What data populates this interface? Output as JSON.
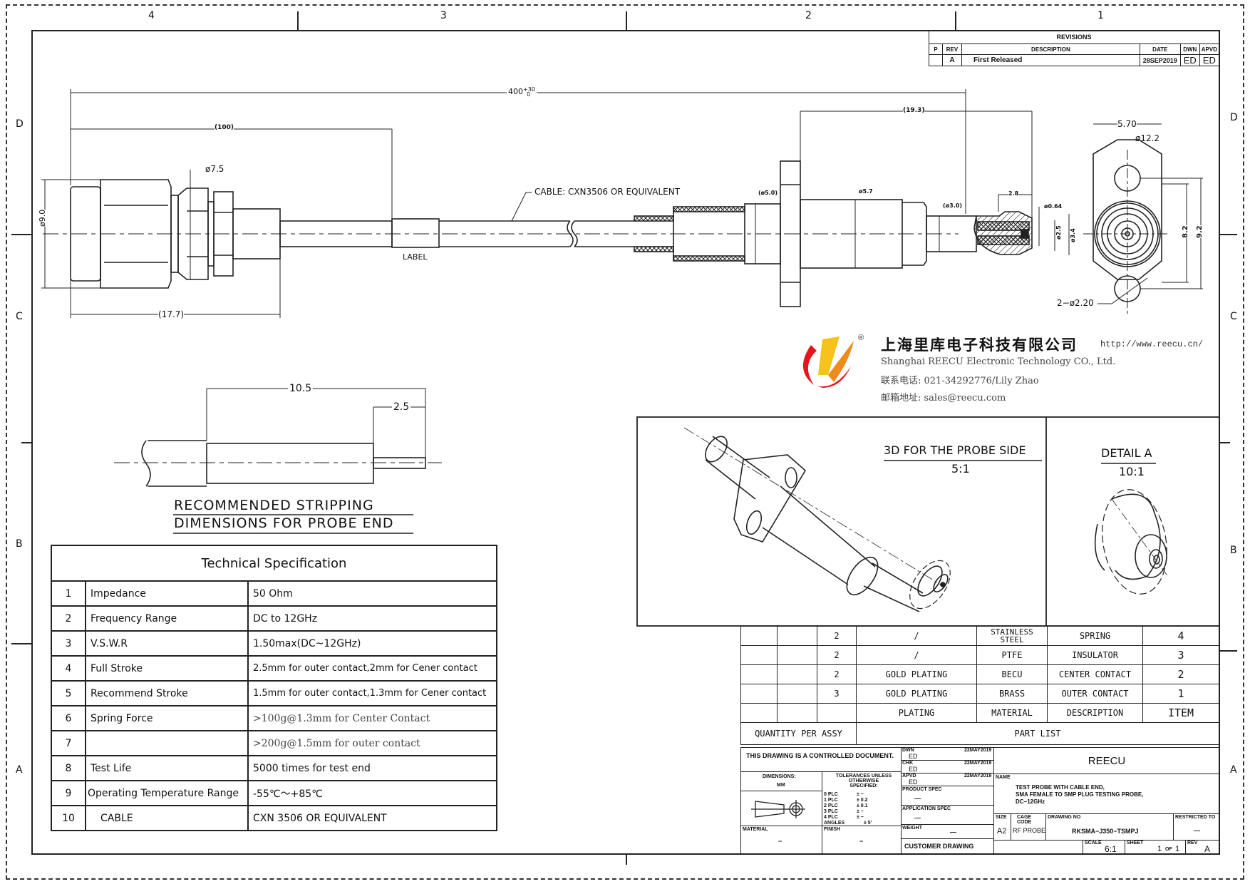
{
  "frame": {
    "zones_top": [
      "4",
      "3",
      "2",
      "1"
    ],
    "zones_side": [
      "D",
      "C",
      "B",
      "A"
    ]
  },
  "revisions": {
    "title": "REVISIONS",
    "headers": [
      "P",
      "REV",
      "DESCRIPTION",
      "DATE",
      "DWN",
      "APVD"
    ],
    "rows": [
      {
        "p": "",
        "rev": "A",
        "description": "First Released",
        "date": "28SEP2019",
        "dwn": "ED",
        "apvd": "ED"
      }
    ]
  },
  "main_view": {
    "overall_length": "400",
    "overall_tol_plus": "+30",
    "overall_tol_minus": "0",
    "dim_100": "(100)",
    "dim_17_7": "(17.7)",
    "dia_9_0": "ø9.0",
    "dia_7_5": "ø7.5",
    "label_text": "LABEL",
    "cable_callout": "CABLE:  CXN3506  OR  EQUIVALENT",
    "dim_19_3": "(19.3)",
    "dia_5_0": "(ø5.0)",
    "dia_5_7": "ø5.7",
    "dia_3_0": "(ø3.0)",
    "dim_2_8": "2.8",
    "dia_0_64": "ø0.64",
    "dia_2_5": "ø2.5",
    "dia_3_4": "ø3.4"
  },
  "end_view": {
    "width": "5.70",
    "dia_12_2": "ø12.2",
    "dim_8_2": "8.2",
    "dim_9_2": "9.2",
    "holes": "2−ø2.20"
  },
  "company": {
    "name_cn": "上海里库电子科技有限公司",
    "url": "http://www.reecu.cn/",
    "name_en": "Shanghai REECU Electronic Technology CO., Ltd.",
    "phone": "联系电话: 021-34292776/Lily Zhao",
    "email": "邮箱地址: sales@reecu.com",
    "registered": "®",
    "brand_colors": {
      "red": "#e3161b",
      "yellow": "#f7c21a",
      "orange": "#f08a1d"
    }
  },
  "stripping": {
    "dim_10_5": "10.5",
    "dim_2_5": "2.5",
    "title_line1": "RECOMMENDED  STRIPPING",
    "title_line2": "DIMENSIONS  FOR  PROBE  END"
  },
  "views_3d": {
    "probe_title": "3D  FOR  THE  PROBE  SIDE",
    "probe_scale": "5:1",
    "detail_title": "DETAIL  A",
    "detail_scale": "10:1"
  },
  "tech_spec": {
    "title": "Technical Specification",
    "rows": [
      {
        "n": "1",
        "key": "Impedance",
        "value": "50 Ohm"
      },
      {
        "n": "2",
        "key": "Frequency Range",
        "value": "DC to 12GHz"
      },
      {
        "n": "3",
        "key": "V.S.W.R",
        "value": "1.50max(DC~12GHz)"
      },
      {
        "n": "4",
        "key": "Full Stroke",
        "value": "2.5mm for outer contact,2mm for Cener contact"
      },
      {
        "n": "5",
        "key": "Recommend Stroke",
        "value": "1.5mm for outer contact,1.3mm for Cener contact"
      },
      {
        "n": "6",
        "key": "Spring Force",
        "value": ">100g@1.3mm for Center Contact"
      },
      {
        "n": "7",
        "key": "",
        "value": ">200g@1.5mm for outer contact"
      },
      {
        "n": "8",
        "key": "Test Life",
        "value": "5000 times for test end"
      },
      {
        "n": "9",
        "key": "Operating Temperature Range",
        "value": "-55℃～+85℃"
      },
      {
        "n": "10",
        "key": "CABLE",
        "value": "CXN 3506 OR EQUIVALENT"
      }
    ]
  },
  "part_list": {
    "rows": [
      {
        "qty": "2",
        "plating": "/",
        "material": "STAINLESS STEEL",
        "description": "SPRING",
        "item": "4"
      },
      {
        "qty": "2",
        "plating": "/",
        "material": "PTFE",
        "description": "INSULATOR",
        "item": "3"
      },
      {
        "qty": "2",
        "plating": "GOLD PLATING",
        "material": "BECU",
        "description": "CENTER CONTACT",
        "item": "2"
      },
      {
        "qty": "3",
        "plating": "GOLD PLATING",
        "material": "BRASS",
        "description": "OUTER CONTACT",
        "item": "1"
      }
    ],
    "header": {
      "plating": "PLATING",
      "material": "MATERIAL",
      "description": "DESCRIPTION",
      "item": "ITEM"
    },
    "qty_label": "QUANTITY PER ASSY",
    "title": "PART LIST"
  },
  "title_block": {
    "controlled": "THIS DRAWING IS A CONTROLLED DOCUMENT.",
    "dimensions_label": "DIMENSIONS:",
    "dimensions_unit": "MM",
    "tolerances_label": "TOLERANCES UNLESS OTHERWISE SPECIFIED:",
    "tolerances": [
      {
        "plc": "0 PLC",
        "val": "±  −"
      },
      {
        "plc": "1 PLC",
        "val": "±  0.2"
      },
      {
        "plc": "2 PLC",
        "val": "±  0.1"
      },
      {
        "plc": "3 PLC",
        "val": "±  −"
      },
      {
        "plc": "4 PLC",
        "val": "±  −"
      },
      {
        "plc": "ANGLES",
        "val": "±  5'"
      }
    ],
    "dwn_label": "DWN",
    "dwn_name": "ED",
    "dwn_date": "22MAY2019",
    "chk_label": "CHK",
    "chk_name": "ED",
    "chk_date": "22MAY2019",
    "apvd_label": "APVD",
    "apvd_name": "ED",
    "apvd_date": "22MAY2019",
    "product_spec_label": "PRODUCT SPEC",
    "product_spec": "—",
    "application_spec_label": "APPLICATION SPEC",
    "application_spec": "—",
    "weight_label": "WEIGHT",
    "weight": "—",
    "material_label": "MATERIAL",
    "material": "−",
    "finish_label": "FINISH",
    "finish": "−",
    "customer_drawing": "CUSTOMER  DRAWING",
    "company": "REECU",
    "name_label": "NAME",
    "name_lines": [
      "TEST PROBE WITH CABLE END,",
      "SMA FEMALE TO SMP PLUG TESTING PROBE,",
      "DC−12GHz"
    ],
    "size_label": "SIZE",
    "size": "A2",
    "cage_label": "CAGE CODE",
    "cage": "RF PROBE",
    "drawing_no_label": "DRAWING NO",
    "drawing_no": "RKSMA−J350−TSMPJ",
    "restricted_label": "RESTRICTED TO",
    "restricted": "—",
    "scale_label": "SCALE",
    "scale": "6:1",
    "sheet_label": "SHEET",
    "sheet": "1",
    "sheet_of": "OF",
    "sheet_total": "1",
    "rev_label": "REV",
    "rev": "A"
  }
}
